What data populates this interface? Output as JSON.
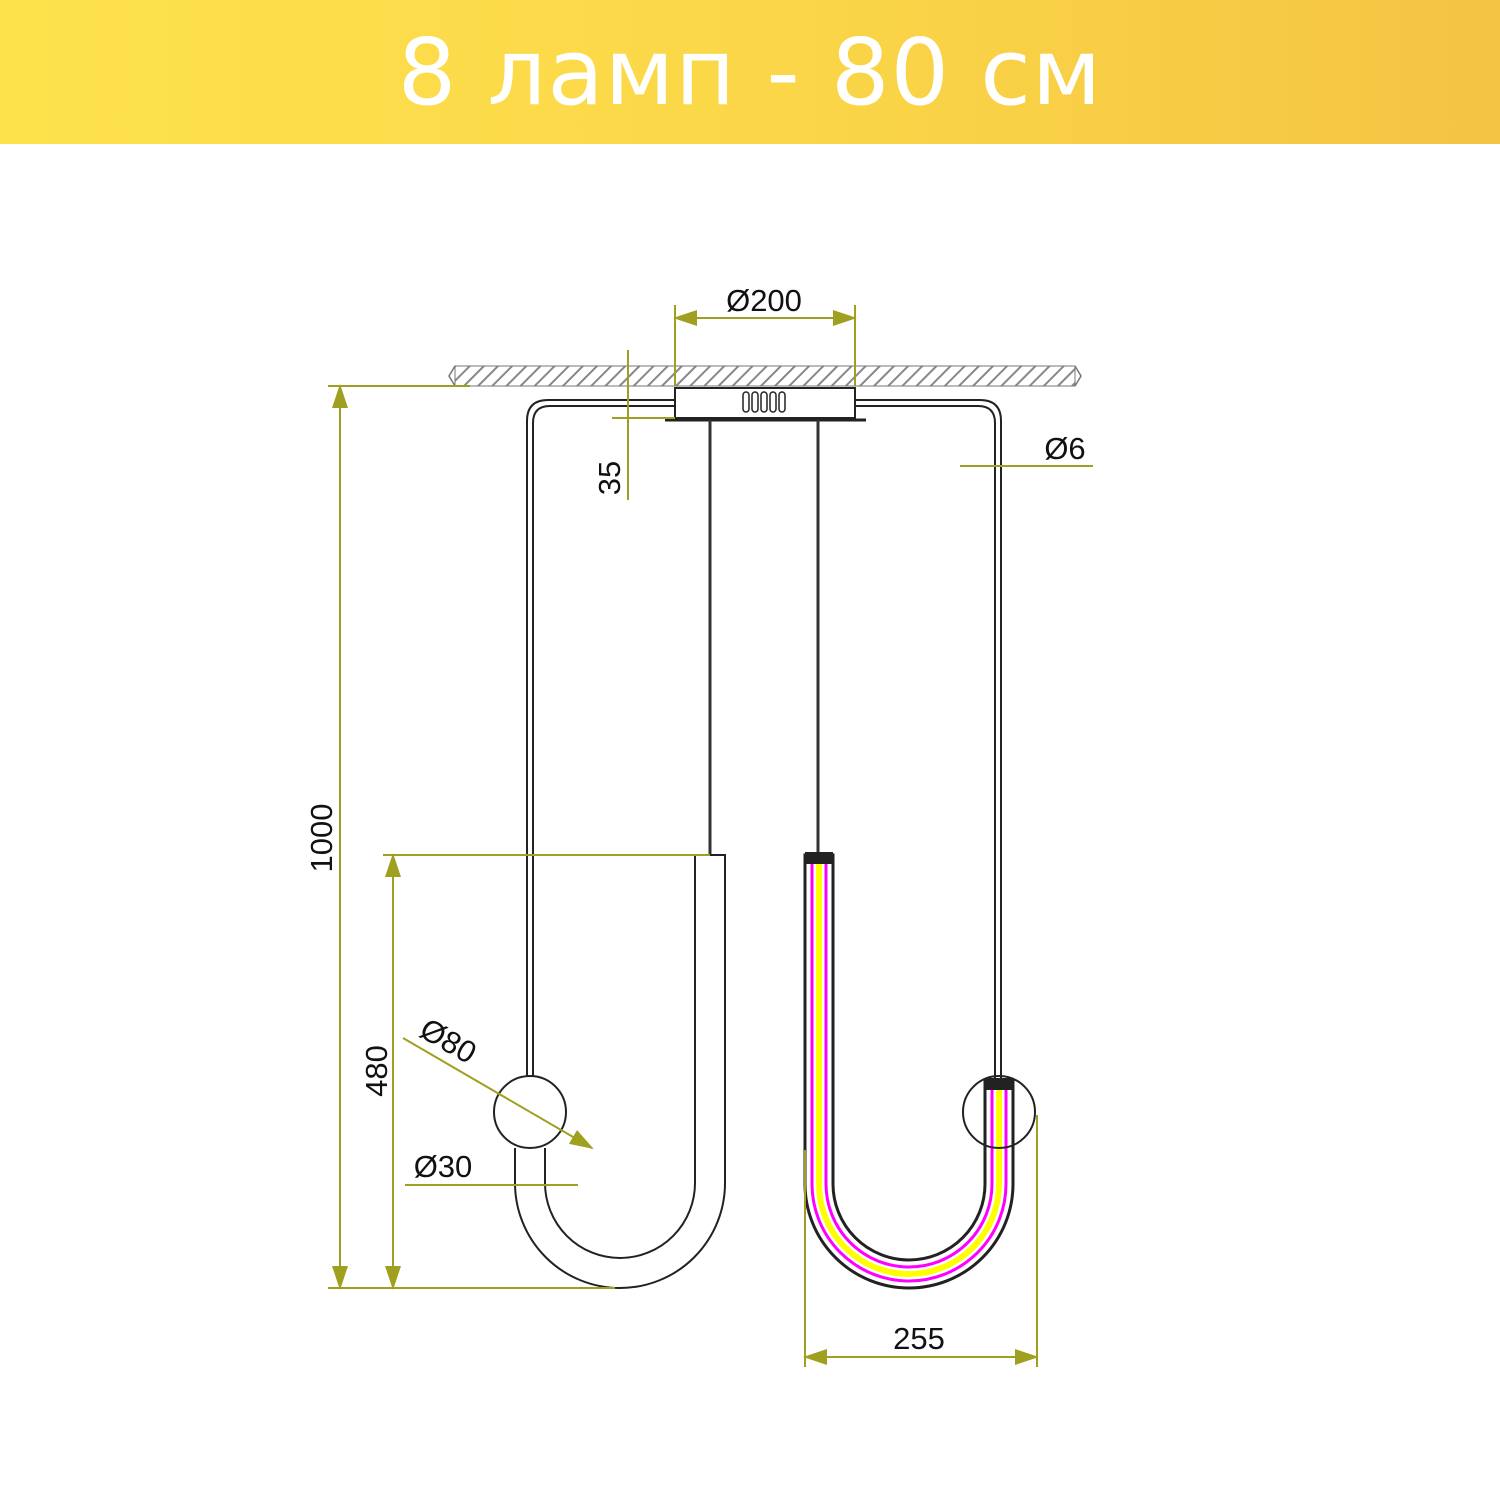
{
  "header": {
    "title": "8 ламп - 80 см"
  },
  "diagram": {
    "dimensions": {
      "canopy_diameter": "Ø200",
      "canopy_height": "35",
      "rod_diameter": "Ø6",
      "total_height": "1000",
      "lamp_height": "480",
      "ball_diameter": "Ø80",
      "tube_diameter": "Ø30",
      "lamp_width": "255"
    },
    "colors": {
      "dimension": "#a0a020",
      "led_outer": "#ff00ff",
      "led_inner": "#ffff00"
    }
  }
}
